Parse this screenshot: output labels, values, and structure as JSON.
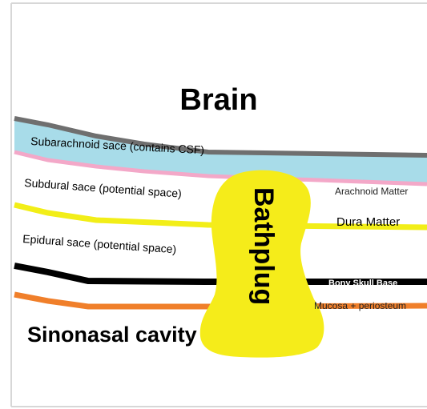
{
  "diagram": {
    "title": "Brain",
    "bottom_region_label": "Sinonasal cavity",
    "plug_label": "Bathplug",
    "left_labels": {
      "subarachnoid": "Subarachnoid sace (contains CSF)",
      "subdural": "Subdural sace (potential space)",
      "epidural": "Epidural sace (potential space)"
    },
    "right_labels": {
      "arachnoid": "Arachnoid Matter",
      "dura": "Dura Matter",
      "bony": "Bony Skull Base",
      "mucosa": "Mucosa + periosteum"
    },
    "colors": {
      "pia_line": "#6f6f6f",
      "csf_fill": "#a8dce9",
      "arachnoid_line": "#f3a8c8",
      "dura_line": "#f2ee18",
      "bone_line": "#000000",
      "mucosa_line": "#f07f2a",
      "plug_fill": "#f5ec1a",
      "frame_border": "#d7d7d7"
    }
  }
}
